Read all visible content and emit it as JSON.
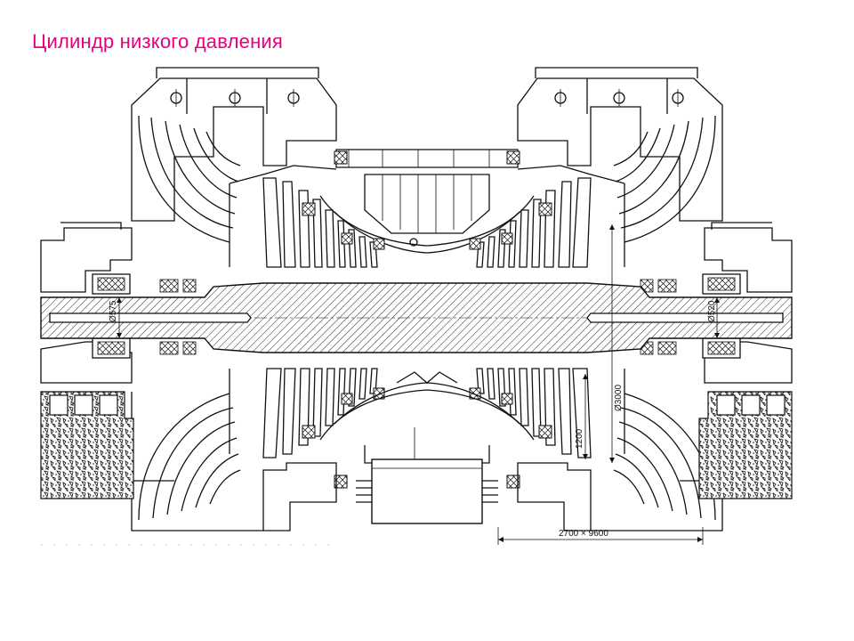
{
  "title": "Цилиндр низкого давления",
  "title_color": "#e6007e",
  "dimensions": {
    "shaft_left": "Ø575",
    "shaft_right": "Ø520",
    "outer_diameter": "Ø3000",
    "blade_height": "1200",
    "exhaust_size": "2700 × 9600"
  }
}
